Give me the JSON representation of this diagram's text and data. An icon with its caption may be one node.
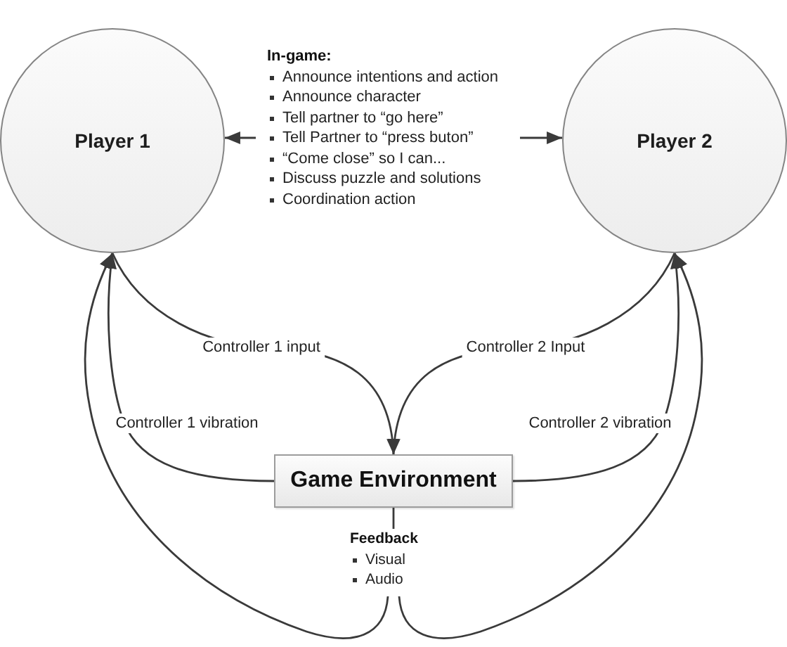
{
  "diagram": {
    "nodes": [
      {
        "text": [
          "Player 1"
        ]
      },
      {
        "text": [
          "Player 2"
        ]
      },
      {
        "text": [
          "In-game:",
          "Announce intentions and action",
          "Announce character",
          "Tell partner to “go here”",
          "Tell Partner to “press buton”",
          "“Come close” so I can...",
          "Discuss puzzle and solutions",
          "Coordination action"
        ]
      },
      {
        "text": [
          "Game Environment"
        ]
      },
      {
        "text": [
          "Feedback",
          "Visual",
          "Audio"
        ]
      }
    ],
    "edges": [
      {
        "from": 2,
        "to": 0,
        "arrow": "to"
      },
      {
        "from": 2,
        "to": 1,
        "arrow": "to"
      },
      {
        "from": 0,
        "to": 3,
        "label": "Controller 1 input",
        "arrow": "to"
      },
      {
        "from": 1,
        "to": 3,
        "label": "Controller 2 Input",
        "arrow": "to"
      },
      {
        "from": 3,
        "to": 0,
        "label": "Controller 1 vibration",
        "arrow": "to"
      },
      {
        "from": 3,
        "to": 1,
        "label": "Controller 2 vibration",
        "arrow": "to"
      },
      {
        "from": 3,
        "to": 4,
        "arrow": "none"
      },
      {
        "from": 4,
        "to": 0,
        "arrow": "to"
      },
      {
        "from": 4,
        "to": 1,
        "arrow": "to"
      }
    ]
  }
}
